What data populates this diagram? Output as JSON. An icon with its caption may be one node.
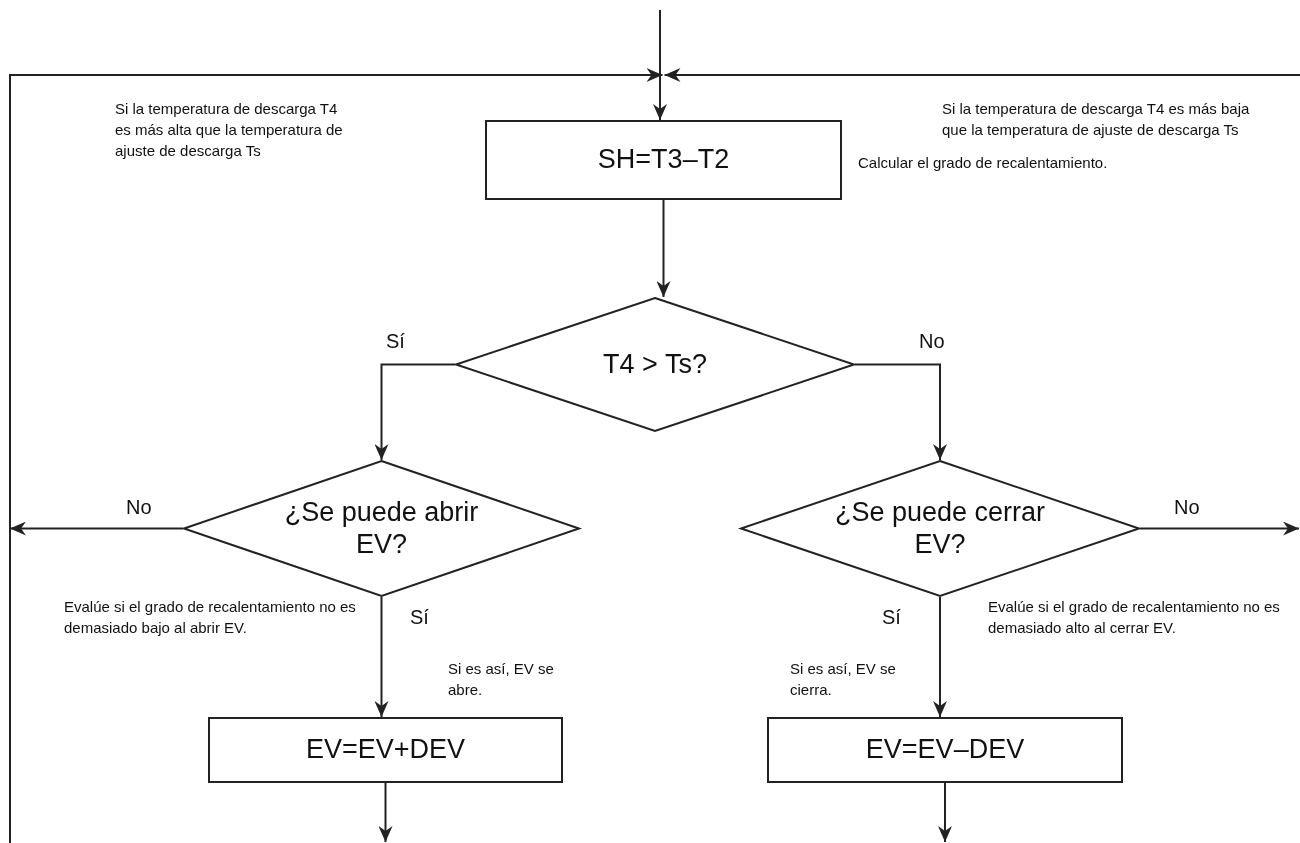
{
  "diagram": {
    "nodes": [
      {
        "text": [
          "SH=T3–T2"
        ],
        "beside": [
          "Calcular el grado de recalentamiento."
        ]
      },
      {
        "text": [
          "T4 > Ts?"
        ]
      },
      {
        "text": [
          "¿Se puede abrir EV?"
        ]
      },
      {
        "text": [
          "¿Se puede cerrar EV?"
        ]
      },
      {
        "text": [
          "EV=EV+DEV"
        ]
      },
      {
        "text": [
          "EV=EV–DEV"
        ]
      }
    ],
    "edges": [
      {
        "from": null,
        "to": 0,
        "arrow": "to"
      },
      {
        "from": null,
        "to": 0,
        "arrow": "to"
      },
      {
        "from": null,
        "to": 0,
        "arrow": "to"
      },
      {
        "from": 0,
        "to": 1,
        "arrow": "to"
      },
      {
        "from": 1,
        "to": 2,
        "arrow": "to",
        "label": "Sí"
      },
      {
        "from": 1,
        "to": 3,
        "arrow": "to",
        "label": "No"
      },
      {
        "from": 2,
        "to": null,
        "arrow": "to",
        "label": "No"
      },
      {
        "from": 3,
        "to": null,
        "arrow": "to",
        "label": "No"
      },
      {
        "from": 2,
        "to": 4,
        "arrow": "to",
        "label": "Sí"
      },
      {
        "from": 3,
        "to": 5,
        "arrow": "to",
        "label": "Sí"
      },
      {
        "from": 4,
        "to": null,
        "arrow": "to"
      },
      {
        "from": 5,
        "to": null,
        "arrow": "to"
      }
    ],
    "labels": [
      "Si la temperatura de descarga T4 es más alta que la temperatura de ajuste de descarga Ts",
      "Si la temperatura de descarga T4 es más baja que la temperatura de ajuste de descarga Ts",
      "Evalúe si el grado de recalentamiento no es demasiado bajo al abrir EV.",
      "Evalúe si el grado de recalentamiento no es demasiado alto al cerrar EV.",
      "Si es así, EV se abre.",
      "Si es así, EV se cierra."
    ]
  }
}
